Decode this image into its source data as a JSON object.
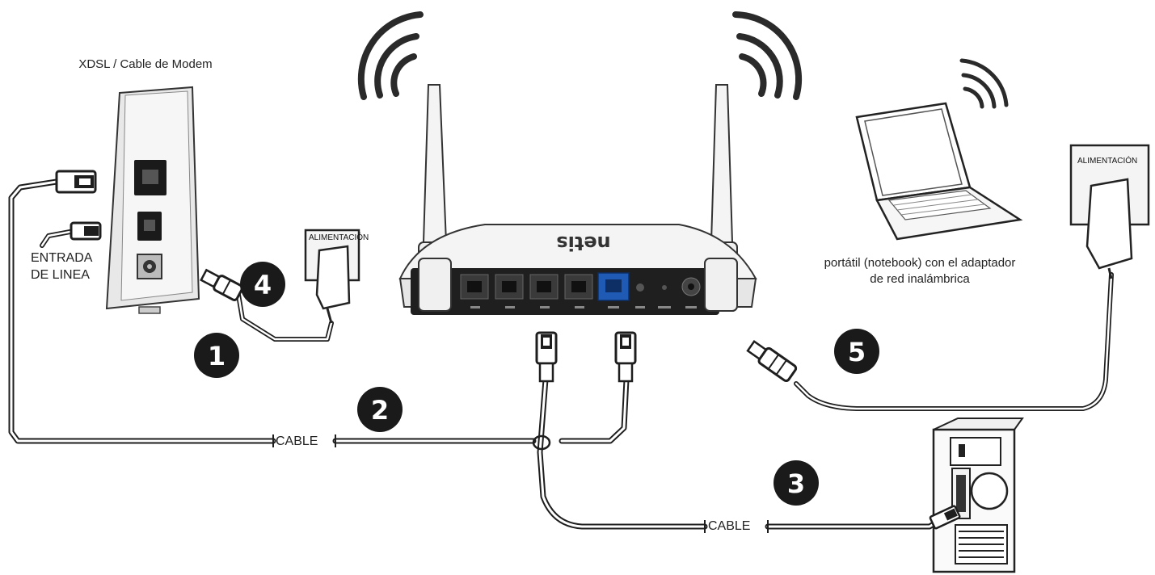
{
  "modem": {
    "title": "XDSL / Cable de Modem",
    "line_in_label_1": "ENTRADA",
    "line_in_label_2": "DE LINEA"
  },
  "router": {
    "brand": "netis"
  },
  "power_adapter_left": {
    "label": "ALIMENTACIÓN"
  },
  "power_adapter_right": {
    "label": "ALIMENTACIÓN"
  },
  "laptop": {
    "caption_1": "portátil (notebook) con el adaptador",
    "caption_2": "de red inalámbrica"
  },
  "cables": {
    "cable_label_1": "CABLE",
    "cable_label_2": "CABLE"
  },
  "steps": [
    "1",
    "2",
    "3",
    "4",
    "5"
  ],
  "colors": {
    "line": "#1e1e1e",
    "device_fill": "#f2f2f2",
    "router_back": "#1f1f1f",
    "wan_port": "#1f5bb5"
  }
}
